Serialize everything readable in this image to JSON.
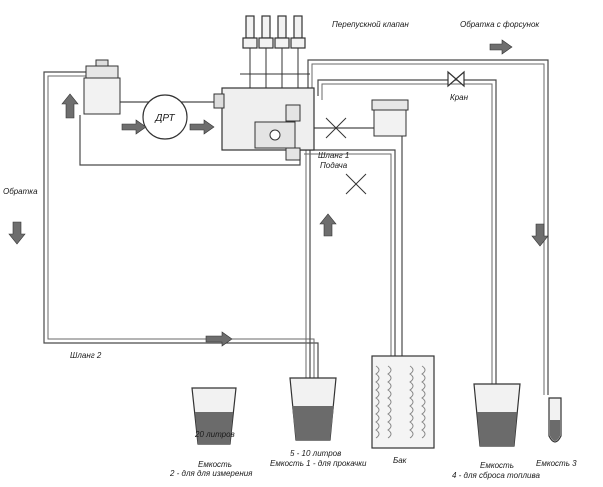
{
  "labels": {
    "bypass_valve": "Перепускной клапан",
    "return_injectors": "Обратка с форсунок",
    "valve": "Кран",
    "drt": "ДРТ",
    "hose1": "Шланг 1",
    "supply": "Подача",
    "return_left": "Обратка",
    "hose2": "Шланг 2",
    "container2_volume": "20 литров",
    "container2_name": "Емкость",
    "container2_desc": "2 - для для измерения",
    "container1_volume": "5 - 10 литров",
    "container1_desc": "Емкость 1 - для прокачки",
    "tank": "Бак",
    "container4_name": "Емкость",
    "container4_desc": "4 - для сброса топлива",
    "container3": "Емкость 3"
  }
}
